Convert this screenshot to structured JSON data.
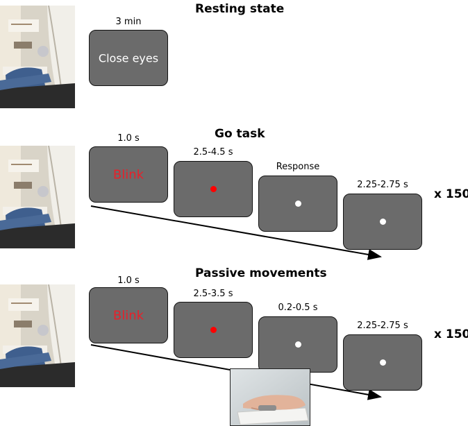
{
  "sections": [
    {
      "title": "Resting state",
      "screens": [
        {
          "timing": "3 min",
          "text": "Close eyes"
        }
      ]
    },
    {
      "title": "Go task",
      "screens": [
        {
          "timing": "1.0 s",
          "text": "Blink"
        },
        {
          "timing": "2.5-4.5 s",
          "dot": "red"
        },
        {
          "timing": "Response",
          "dot": "white"
        },
        {
          "timing": "2.25-2.75 s",
          "dot": "white"
        }
      ],
      "repeat": "x 150"
    },
    {
      "title": "Passive movements",
      "screens": [
        {
          "timing": "1.0 s",
          "text": "Blink"
        },
        {
          "timing": "2.5-3.5 s",
          "dot": "red"
        },
        {
          "timing": "0.2-0.5 s",
          "dot": "white"
        },
        {
          "timing": "2.25-2.75 s",
          "dot": "white"
        }
      ],
      "repeat": "x 150"
    }
  ],
  "colors": {
    "screen_fill": "#6b6b6b",
    "blink_text": "#e8202a",
    "fixation_dot_red": "#ff0000",
    "fixation_dot_white": "#ffffff"
  },
  "images": [
    "participant-in-meg-scanner-photo",
    "participant-in-meg-scanner-photo",
    "participant-in-meg-scanner-photo",
    "hand-on-device-photo"
  ]
}
